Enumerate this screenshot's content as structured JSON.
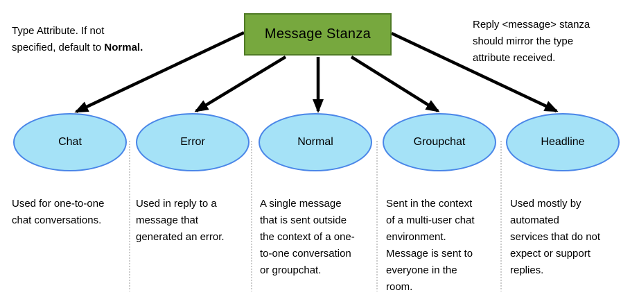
{
  "colors": {
    "canvas_bg": "#ffffff",
    "box_fill": "#77A83E",
    "box_border": "#507B26",
    "ellipse_fill": "#A5E2F7",
    "ellipse_border": "#4A86E8",
    "arrow": "#000000",
    "divider": "#9a9a9a",
    "text": "#000000"
  },
  "root_box": {
    "label": "Message Stanza"
  },
  "annotations": {
    "left": {
      "line1": "Type Attribute. If not",
      "line2_prefix": "specified, default to ",
      "line2_bold": "Normal."
    },
    "right": "Reply <message> stanza\nshould mirror the type\nattribute received."
  },
  "nodes": [
    {
      "id": "chat",
      "label": "Chat",
      "description": "Used for one-to-one\nchat conversations."
    },
    {
      "id": "error",
      "label": "Error",
      "description": "Used in reply to a\nmessage that\ngenerated an error."
    },
    {
      "id": "normal",
      "label": "Normal",
      "description": "A single message\nthat is sent outside\nthe context of a one-\nto-one conversation\nor groupchat."
    },
    {
      "id": "groupchat",
      "label": "Groupchat",
      "description": "Sent in the context\nof a multi-user chat\nenvironment.\nMessage is sent to\neveryone in the\nroom."
    },
    {
      "id": "headline",
      "label": "Headline",
      "description": "Used mostly by\nautomated\nservices that do not\nexpect or support\nreplies."
    }
  ]
}
